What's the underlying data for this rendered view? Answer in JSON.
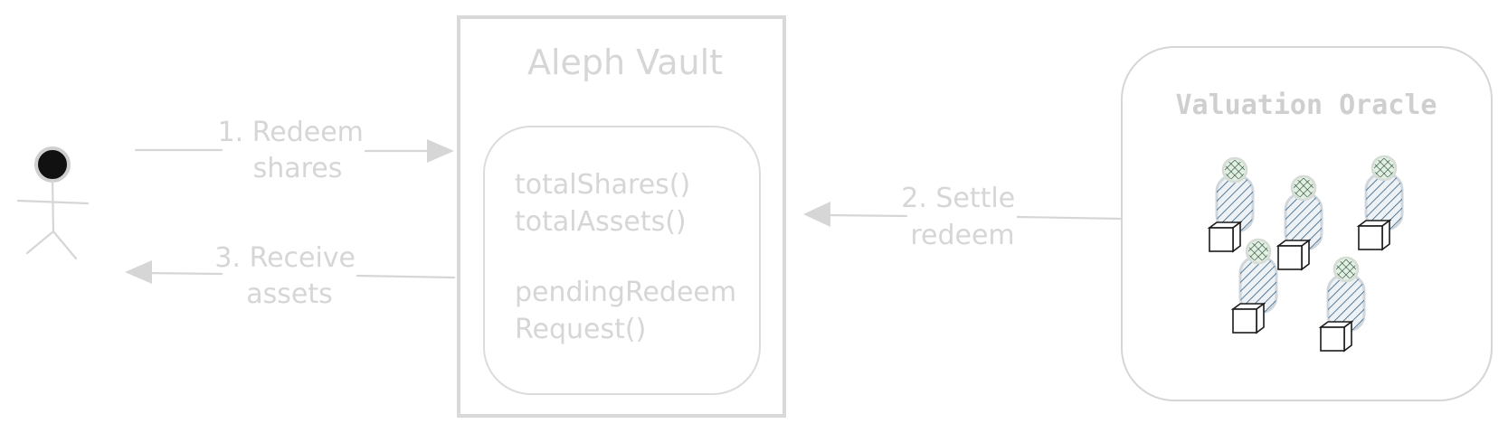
{
  "diagram": {
    "vault": {
      "title": "Aleph Vault",
      "functions": [
        "totalShares()",
        "totalAssets()",
        "",
        "pendingRedeem",
        "Request()"
      ]
    },
    "oracle": {
      "title": "Valuation Oracle"
    },
    "steps": {
      "redeem": [
        "1. Redeem",
        "shares"
      ],
      "settle": [
        "2. Settle",
        "redeem"
      ],
      "receive": [
        "3. Receive",
        "assets"
      ]
    }
  }
}
